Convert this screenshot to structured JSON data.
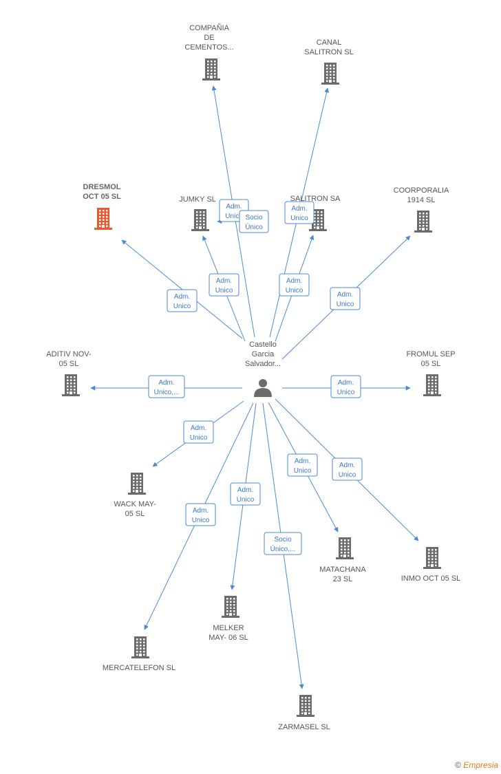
{
  "colors": {
    "edge": "#4a8ad8",
    "building": "#6b6b6b",
    "highlight": "#e85a2e"
  },
  "center": {
    "label_lines": [
      "Castello",
      "Garcia",
      "Salvador..."
    ],
    "icon": "person-icon"
  },
  "companies": [
    {
      "id": "cementos",
      "label_lines": [
        "COMPAÑIA",
        "DE",
        "CEMENTOS..."
      ],
      "highlight": false
    },
    {
      "id": "canal",
      "label_lines": [
        "CANAL",
        "SALITRON SL"
      ],
      "highlight": false
    },
    {
      "id": "dresmol",
      "label_lines": [
        "DRESMOL",
        "OCT 05 SL"
      ],
      "highlight": true
    },
    {
      "id": "jumky",
      "label_lines": [
        "JUMKY SL"
      ],
      "highlight": false
    },
    {
      "id": "salitron",
      "label_lines": [
        "SALITRON SA"
      ],
      "highlight": false
    },
    {
      "id": "coorporalia",
      "label_lines": [
        "COORPORALIA",
        "1914 SL"
      ],
      "highlight": false
    },
    {
      "id": "aditiv",
      "label_lines": [
        "ADITIV NOV-",
        "05 SL"
      ],
      "highlight": false
    },
    {
      "id": "fromul",
      "label_lines": [
        "FROMUL SEP",
        "05 SL"
      ],
      "highlight": false
    },
    {
      "id": "wack",
      "label_lines": [
        "WACK MAY-",
        "05 SL"
      ],
      "highlight": false
    },
    {
      "id": "matachana",
      "label_lines": [
        "MATACHANA",
        "23 SL"
      ],
      "highlight": false
    },
    {
      "id": "inmo",
      "label_lines": [
        "INMO OCT 05 SL"
      ],
      "highlight": false
    },
    {
      "id": "melker",
      "label_lines": [
        "MELKER",
        "MAY- 06 SL"
      ],
      "highlight": false
    },
    {
      "id": "mercatelefon",
      "label_lines": [
        "MERCATELEFON SL"
      ],
      "highlight": false
    },
    {
      "id": "zarmasel",
      "label_lines": [
        "ZARMASEL  SL"
      ],
      "highlight": false
    }
  ],
  "edges": [
    {
      "to": "cementos",
      "label_lines": [
        "Adm.",
        "Unico"
      ]
    },
    {
      "to": "canal",
      "label_lines": [
        "Adm.",
        "Unico"
      ]
    },
    {
      "to": "jumky",
      "label_lines": [
        "Socio",
        "Único"
      ]
    },
    {
      "to": "dresmol",
      "label_lines": [
        "Adm.",
        "Unico"
      ]
    },
    {
      "to": "jumky",
      "label_lines": [
        "Adm.",
        "Unico"
      ]
    },
    {
      "to": "salitron",
      "label_lines": [
        "Adm.",
        "Unico"
      ]
    },
    {
      "to": "coorporalia",
      "label_lines": [
        "Adm.",
        "Unico"
      ]
    },
    {
      "to": "aditiv",
      "label_lines": [
        "Adm.",
        "Unico,..."
      ]
    },
    {
      "to": "fromul",
      "label_lines": [
        "Adm.",
        "Unico"
      ]
    },
    {
      "to": "wack",
      "label_lines": [
        "Adm.",
        "Unico"
      ]
    },
    {
      "to": "matachana",
      "label_lines": [
        "Adm.",
        "Unico"
      ]
    },
    {
      "to": "inmo",
      "label_lines": [
        "Adm.",
        "Unico"
      ]
    },
    {
      "to": "melker",
      "label_lines": [
        "Adm.",
        "Unico"
      ]
    },
    {
      "to": "mercatelefon",
      "label_lines": [
        "Adm.",
        "Unico"
      ]
    },
    {
      "to": "zarmasel",
      "label_lines": [
        "Socio",
        "Único,..."
      ]
    }
  ],
  "footer": {
    "copyright": "©",
    "brand": "Empresia"
  }
}
